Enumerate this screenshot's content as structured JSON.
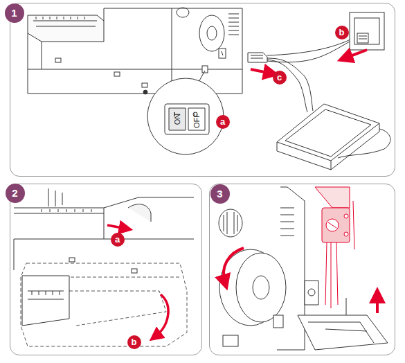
{
  "diagram": {
    "nodes": [
      {
        "text": [
          "1"
        ]
      },
      {
        "text": [
          "a"
        ],
        "in": 0
      },
      {
        "text": [
          "b"
        ],
        "in": 0
      },
      {
        "text": [
          "c"
        ],
        "in": 0
      },
      {
        "text": [
          "2"
        ]
      },
      {
        "text": [
          "a"
        ],
        "in": 4
      },
      {
        "text": [
          "b"
        ],
        "in": 4
      },
      {
        "text": [
          "3"
        ]
      }
    ],
    "labels": [
      "ON",
      "OFF"
    ]
  }
}
